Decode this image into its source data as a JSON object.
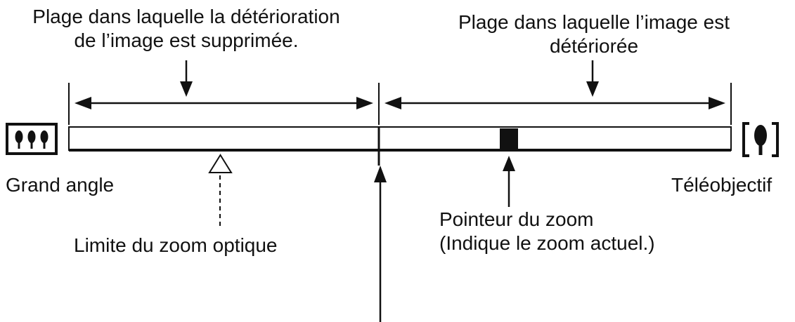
{
  "labels": {
    "suppressed_range": {
      "line1": "Plage dans laquelle la détérioration",
      "line2": "de l’image est supprimée."
    },
    "deteriorated_range": {
      "line1": "Plage dans laquelle l’image est",
      "line2": "détériorée"
    },
    "wide_end": "Grand angle",
    "tele_end": "Téléobjectif",
    "optical_limit": "Limite du zoom optique",
    "zoom_pointer": {
      "line1": "Pointeur du zoom",
      "line2": "(Indique le zoom actuel.)"
    }
  },
  "icons": {
    "wide": "wide-angle-trees-icon",
    "tele": "telephoto-tree-icon"
  },
  "colors": {
    "line": "#111111",
    "background": "#ffffff"
  }
}
